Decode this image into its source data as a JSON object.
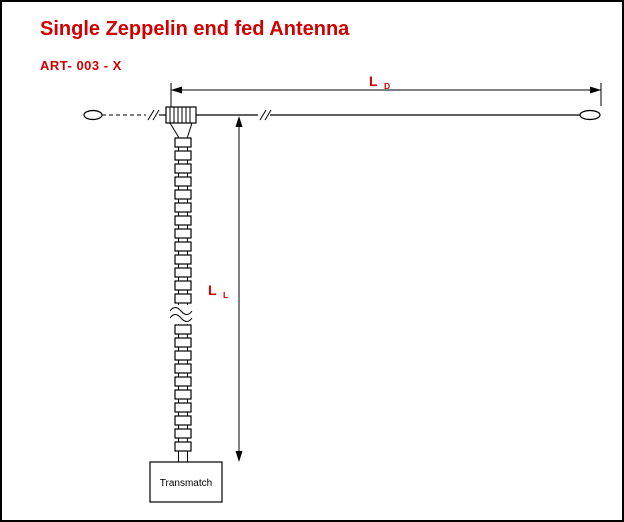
{
  "page": {
    "title": "Single Zeppelin end fed Antenna",
    "doc_ref": "ART- 003 - X"
  },
  "diagram": {
    "dim_horizontal": {
      "main": "L",
      "sub": "D"
    },
    "dim_vertical": {
      "main": "L",
      "sub": "L"
    },
    "transmatch_label": "Transmatch"
  },
  "colors": {
    "accent_red": "#d10000",
    "line_black": "#000000",
    "background": "#ffffff"
  }
}
